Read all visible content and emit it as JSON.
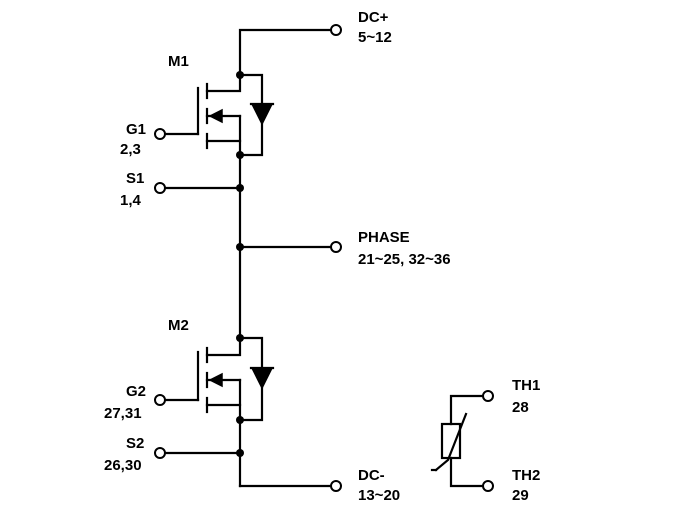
{
  "dc_plus": {
    "name": "DC+",
    "pins": "5~12"
  },
  "m1": {
    "name": "M1"
  },
  "g1": {
    "name": "G1",
    "pins": "2,3"
  },
  "s1": {
    "name": "S1",
    "pins": "1,4"
  },
  "phase": {
    "name": "PHASE",
    "pins": "21~25, 32~36"
  },
  "m2": {
    "name": "M2"
  },
  "g2": {
    "name": "G2",
    "pins": "27,31"
  },
  "s2": {
    "name": "S2",
    "pins": "26,30"
  },
  "dc_minus": {
    "name": "DC-",
    "pins": "13~20"
  },
  "th1": {
    "name": "TH1",
    "pins": "28"
  },
  "th2": {
    "name": "TH2",
    "pins": "29"
  }
}
